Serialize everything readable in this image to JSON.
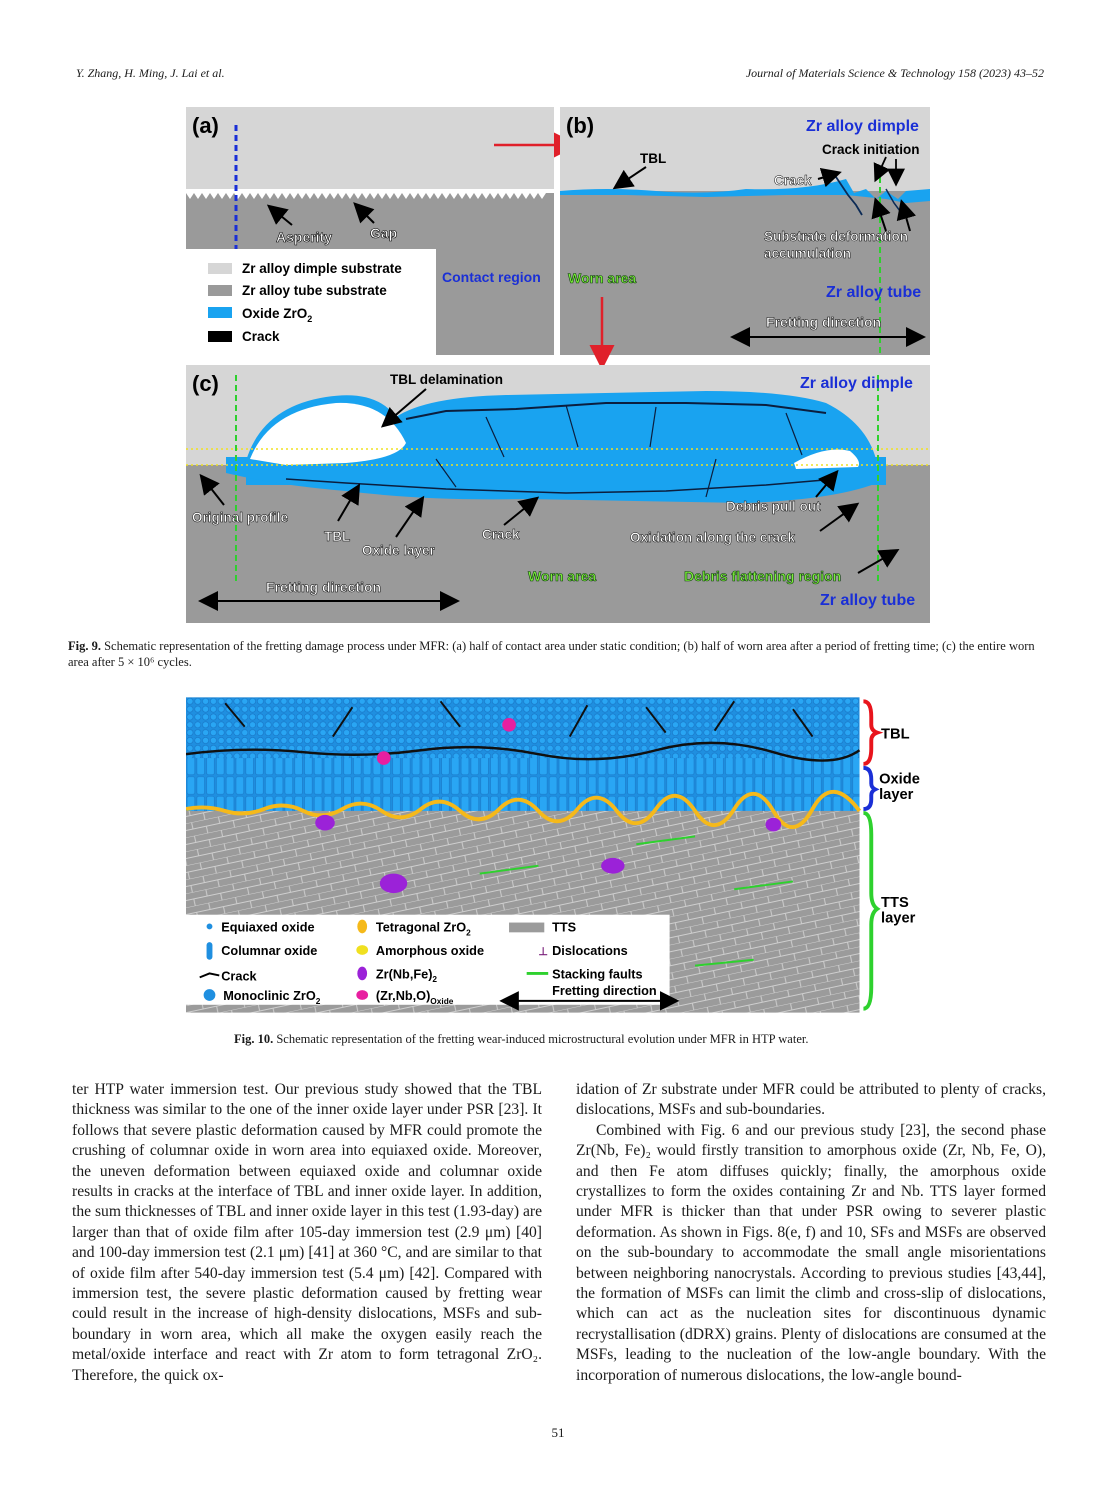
{
  "header": {
    "authors": "Y. Zhang, H. Ming, J. Lai et al.",
    "journal": "Journal of Materials Science & Technology 158 (2023) 43–52"
  },
  "fig9": {
    "panel_a": {
      "label": "(a)",
      "asperity": "Asperity",
      "gap": "Gap",
      "contact_region": "Contact region",
      "legend": [
        {
          "label": "Zr alloy dimple substrate",
          "color": "#d6d6d6"
        },
        {
          "label": "Zr alloy tube substrate",
          "color": "#9a9a9a"
        },
        {
          "label": "Oxide ZrO",
          "sub": "2",
          "color": "#19a3f0"
        },
        {
          "label": "Crack",
          "color": "#000000"
        }
      ]
    },
    "panel_b": {
      "label": "(b)",
      "zr_dimple": "Zr alloy dimple",
      "crack_initiation": "Crack initiation",
      "tbl": "TBL",
      "crack": "Crack",
      "substrate_def_1": "Substrate deformation",
      "substrate_def_2": "accumulation",
      "worn_area": "Worn area",
      "zr_tube": "Zr alloy tube",
      "fretting_direction": "Fretting direction"
    },
    "panel_c": {
      "label": "(c)",
      "tbl_delamination": "TBL delamination",
      "zr_dimple": "Zr alloy dimple",
      "original_profile": "Original profile",
      "tbl": "TBL",
      "oxide_layer": "Oxide layer",
      "crack": "Crack",
      "debris_pull_out": "Debris pull out",
      "oxidation_along_crack": "Oxidation along the crack",
      "fretting_direction": "Fretting direction",
      "worn_area": "Worn area",
      "debris_flattening": "Debris flattening region",
      "zr_tube": "Zr alloy tube"
    },
    "caption_label": "Fig. 9.",
    "caption_text": "Schematic representation of the fretting damage process under MFR: (a) half of contact area under static condition; (b) half of worn area after a period of fretting time; (c) the entire worn area after 5 × 10⁶ cycles."
  },
  "fig10": {
    "brackets": {
      "tbl": "TBL",
      "oxide_1": "Oxide",
      "oxide_2": "layer",
      "tts_1": "TTS",
      "tts_2": "layer"
    },
    "legend": {
      "equiaxed": "Equiaxed oxide",
      "columnar": "Columnar oxide",
      "crack": "Crack",
      "monoclinic": "Monoclinic ZrO",
      "monoclinic_sub": "2",
      "tetragonal": "Tetragonal ZrO",
      "tetragonal_sub": "2",
      "amorphous": "Amorphous oxide",
      "zrnbfe": "Zr(Nb,Fe)",
      "zrnbfe_sub": "2",
      "zrnbo": "(Zr,Nb,O)",
      "zrnbo_sub": "Oxide",
      "tts": "TTS",
      "dislocations": "Dislocations",
      "stacking_faults": "Stacking faults",
      "fretting_direction": "Fretting direction"
    },
    "caption_label": "Fig. 10.",
    "caption_text": "Schematic representation of the fretting wear-induced microstructural evolution under MFR in HTP water."
  },
  "body": {
    "left_p1": "ter HTP water immersion test. Our previous study showed that the TBL thickness was similar to the one of the inner oxide layer under PSR [23]. It follows that severe plastic deformation caused by MFR could promote the crushing of columnar oxide in worn area into equiaxed oxide. Moreover, the uneven deformation between equiaxed oxide and columnar oxide results in cracks at the interface of TBL and inner oxide layer. In addition, the sum thicknesses of TBL and inner oxide layer in this test (1.93-day) are larger than that of oxide film after 105-day immersion test (2.9 μm) [40] and 100-day immersion test (2.1 μm) [41] at 360 °C, and are similar to that of oxide film after 540-day immersion test (5.4 μm) [42]. Compared with immersion test, the severe plastic deformation caused by fretting wear could result in the increase of high-density dislocations, MSFs and sub-boundary in worn area, which all make the oxygen easily reach the metal/oxide interface and react with Zr atom to form tetragonal ZrO₂. Therefore, the quick ox-",
    "right_p1": "idation of Zr substrate under MFR could be attributed to plenty of cracks, dislocations, MSFs and sub-boundaries.",
    "right_p2": "Combined with Fig. 6 and our previous study [23], the second phase Zr(Nb, Fe)₂ would firstly transition to amorphous oxide (Zr, Nb, Fe, O), and then Fe atom diffuses quickly; finally, the amorphous oxide crystallizes to form the oxides containing Zr and Nb. TTS layer formed under MFR is thicker than that under PSR owing to severer plastic deformation. As shown in Figs. 8(e, f) and 10, SFs and MSFs are observed on the sub-boundary to accommodate the small angle misorientations between neighboring nanocrystals. According to previous studies [43,44], the formation of MSFs can limit the climb and cross-slip of dislocations, which can act as the nucleation sites for discontinuous dynamic recrystallisation (dDRX) grains. Plenty of dislocations are consumed at the MSFs, leading to the nucleation of the low-angle boundary. With the incorporation of numerous dislocations, the low-angle bound-"
  },
  "page_number": "51"
}
